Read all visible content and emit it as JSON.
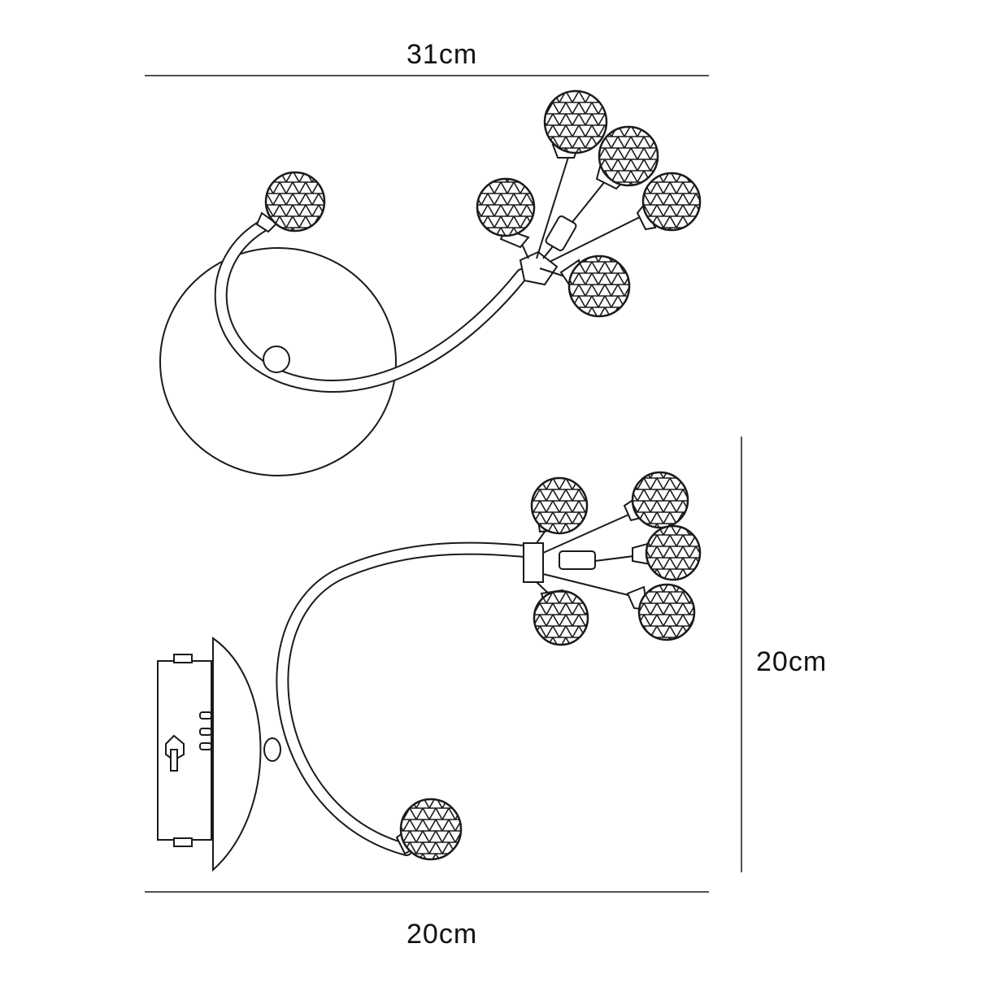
{
  "dimensions": {
    "top_width": "31cm",
    "bottom_width": "20cm",
    "height": "20cm"
  },
  "colors": {
    "line": "#1a1a1a",
    "background": "#ffffff"
  }
}
